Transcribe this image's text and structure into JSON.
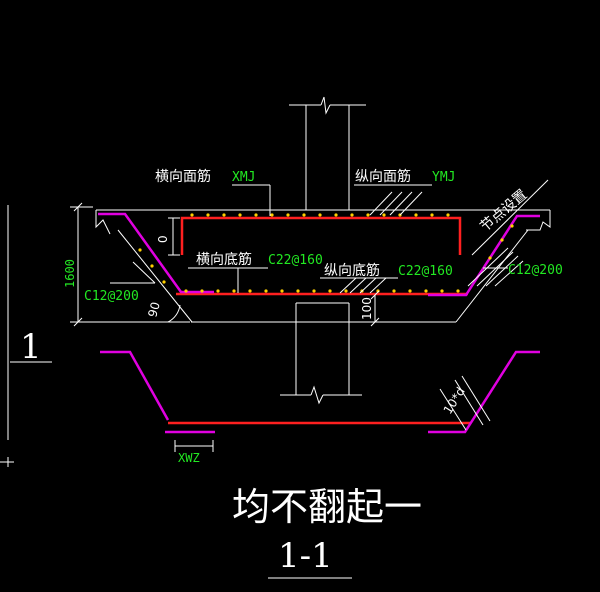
{
  "labels": {
    "transverse_top": "横向面筋",
    "transverse_top_code": "XMJ",
    "longitudinal_top": "纵向面筋",
    "longitudinal_top_code": "YMJ",
    "node_setting": "节点设置",
    "transverse_bottom": "横向底筋",
    "transverse_bottom_spec": "C22@160",
    "longitudinal_bottom": "纵向底筋",
    "longitudinal_bottom_spec": "C22@160",
    "side_rebar_left": "C12@200",
    "side_rebar_right": "C12@200",
    "dim_height": "1600",
    "dim_zero": "0",
    "dim_100": "100",
    "angle": "90",
    "dim_10d": "10*d",
    "dim_xwz": "XWZ",
    "note": "均不翻起一",
    "section_title": "1-1",
    "left_mark": "1"
  },
  "colors": {
    "line": "#ffffff",
    "rebar_main": "#ff2020",
    "rebar_side": "#e000e0",
    "text_green": "#22e822",
    "dots": "#ffd000",
    "background": "#000000"
  }
}
